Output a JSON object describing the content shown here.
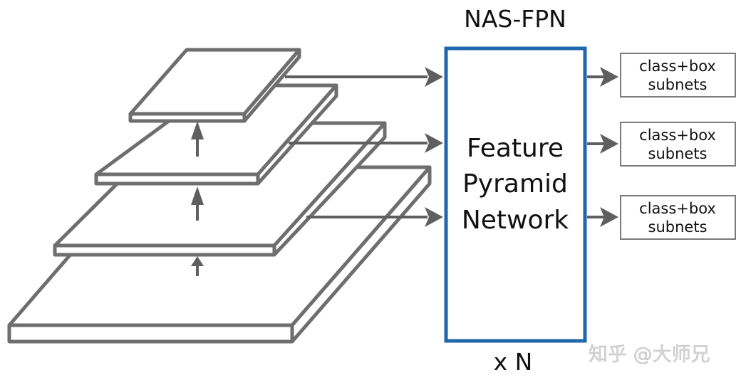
{
  "diagram": {
    "title": "NAS-FPN",
    "fpn_block": {
      "lines": [
        "Feature",
        "Pyramid",
        "Network"
      ],
      "repeat_label": "x N",
      "border_color": "#1f68ad"
    },
    "backbone": {
      "layer_count": 4,
      "line_color": "#6e6e6e",
      "upward_arrows": 3
    },
    "inputs_to_fpn": 3,
    "outputs": [
      {
        "line1": "class+box",
        "line2": "subnets"
      },
      {
        "line1": "class+box",
        "line2": "subnets"
      },
      {
        "line1": "class+box",
        "line2": "subnets"
      }
    ],
    "arrow_color": "#5f5f5f",
    "subnet_border_color": "#7a7a7a"
  },
  "watermark": "知乎 @大师兄"
}
